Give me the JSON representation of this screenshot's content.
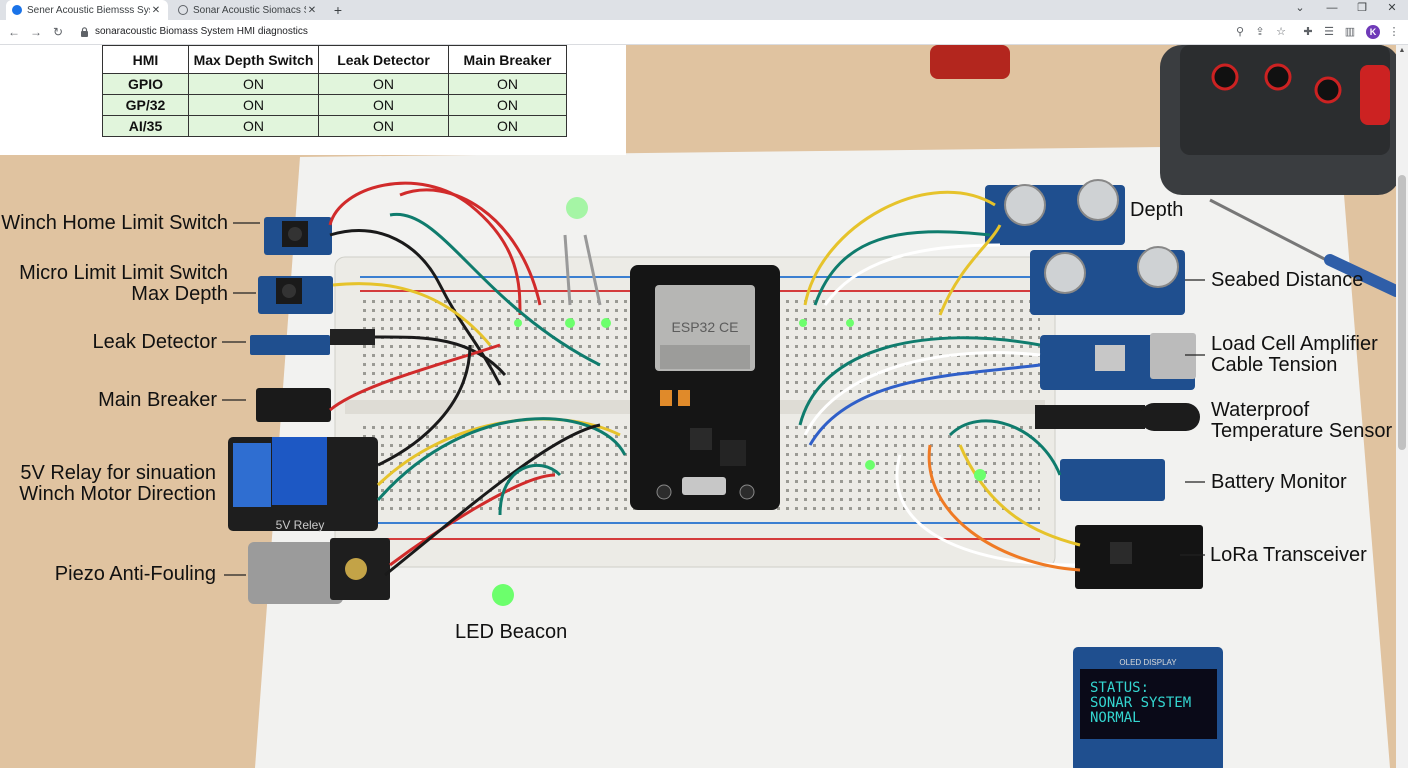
{
  "browser": {
    "tabs": [
      {
        "title": "Sener Acoustic Biemsss System H",
        "active": true
      },
      {
        "title": "Sonar Acoustic Siomacs Sytte:",
        "active": false
      }
    ],
    "url": "sonaracoustic Biomass System HMI diagnostics",
    "profile_initial": "K"
  },
  "hmi_table": {
    "headers": [
      "HMI",
      "Max Depth Switch",
      "Leak Detector",
      "Main Breaker"
    ],
    "rows": [
      {
        "name": "GPIO",
        "values": [
          "ON",
          "ON",
          "ON"
        ]
      },
      {
        "name": "GP/32",
        "values": [
          "ON",
          "ON",
          "ON"
        ]
      },
      {
        "name": "AI/35",
        "values": [
          "ON",
          "ON",
          "ON"
        ]
      }
    ]
  },
  "labels_left": {
    "winch_home": "Winch Home Limit Switch",
    "micro_limit_1": "Micro Limit Limit Switch",
    "micro_limit_2": "Max Depth",
    "leak": "Leak Detector",
    "breaker": "Main Breaker",
    "relay_1": "5V Relay for sinuation",
    "relay_2": "Winch Motor Direction",
    "piezo": "Piezo Anti-Fouling"
  },
  "labels_right": {
    "depth": "Depth",
    "seabed": "Seabed Distance",
    "load_cell_1": "Load Cell  Amplifier",
    "load_cell_2": "Cable Tension",
    "temp_1": "Waterproof",
    "temp_2": "Temperature Sensor",
    "battery": "Battery Monitor",
    "lora": "LoRa Transceiver"
  },
  "labels_bottom": {
    "led": "LED Beacon"
  },
  "board_text": {
    "esp_brand": "ESP32 CE",
    "relay_text": "5V Reley",
    "oled_header": "OLED DISPLAY",
    "oled_line1": "STATUS:",
    "oled_line2": "SONAR SYSTEM",
    "oled_line3": "NORMAL"
  },
  "colors": {
    "table_cell": "#e1f5dc",
    "module_blue": "#1f4f8f",
    "led_green": "#6cff6c",
    "oled_text": "#34d6d0"
  }
}
